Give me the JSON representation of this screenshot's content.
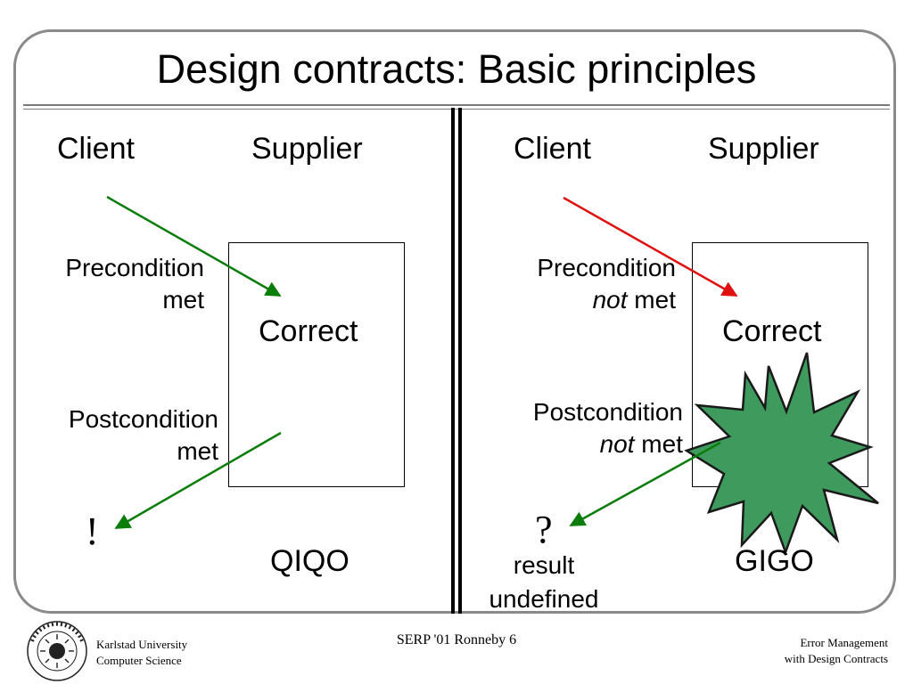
{
  "slide": {
    "title": "Design contracts: Basic principles"
  },
  "left_panel": {
    "client_heading": "Client",
    "supplier_heading": "Supplier",
    "precondition_line1": "Precondition",
    "precondition_line2": "met",
    "postcondition_line1": "Postcondition",
    "postcondition_line2": "met",
    "box_label": "Correct",
    "result_mark": "!",
    "outcome": "QIQO",
    "arrow_color": "#0b7d0b"
  },
  "right_panel": {
    "client_heading": "Client",
    "supplier_heading": "Supplier",
    "precondition_line1": "Precondition",
    "precondition_not": "not",
    "precondition_met": " met",
    "postcondition_line1": "Postcondition",
    "postcondition_not": "not",
    "postcondition_met": " met",
    "box_label": "Correct",
    "result_mark": "?",
    "result_line1": "result",
    "result_line2": "undefined",
    "outcome": "GIGO",
    "arrow_in_color": "#e01010",
    "arrow_out_color": "#0b7d0b",
    "burst_color": "#3f9a5e"
  },
  "footer": {
    "org_line1": "Karlstad University",
    "org_line2": "Computer Science",
    "center": "SERP '01 Ronneby 6",
    "right_line1": "Error Management",
    "right_line2": "with Design Contracts",
    "logo_icon": "karlstad-university-seal-icon"
  }
}
